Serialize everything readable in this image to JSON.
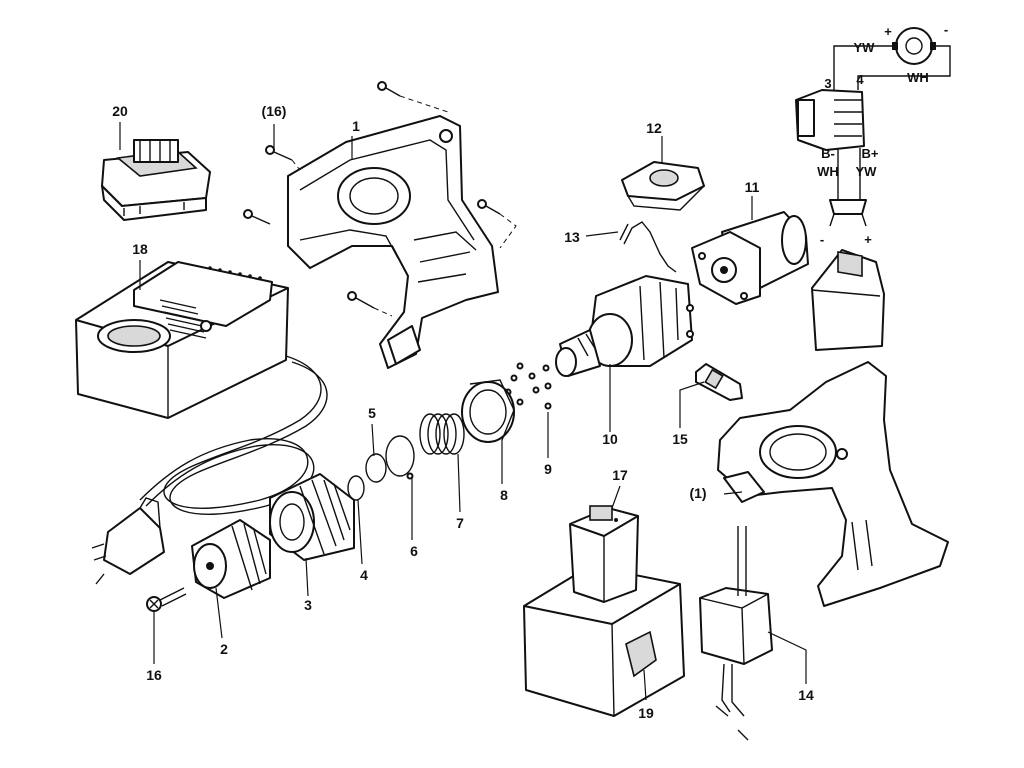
{
  "labels": {
    "p1": "1",
    "p16a": "(16)",
    "p20": "20",
    "p12": "12",
    "p11": "11",
    "p13": "13",
    "p18": "18",
    "p10": "10",
    "p15": "15",
    "p9": "9",
    "p8": "8",
    "p7": "7",
    "p6": "6",
    "p5": "5",
    "p4": "4",
    "p3": "3",
    "p2": "2",
    "p16": "16",
    "p17": "17",
    "p19": "19",
    "p14": "14",
    "p1b": "(1)"
  },
  "wiring": {
    "yw_top": "YW",
    "wh_top": "WH",
    "plus_top": "+",
    "minus_top": "-",
    "term3": "3",
    "term4": "4",
    "b_minus": "B-",
    "b_plus": "B+",
    "wh_low": "WH",
    "yw_low": "YW",
    "minus_low": "-",
    "plus_low": "+"
  }
}
